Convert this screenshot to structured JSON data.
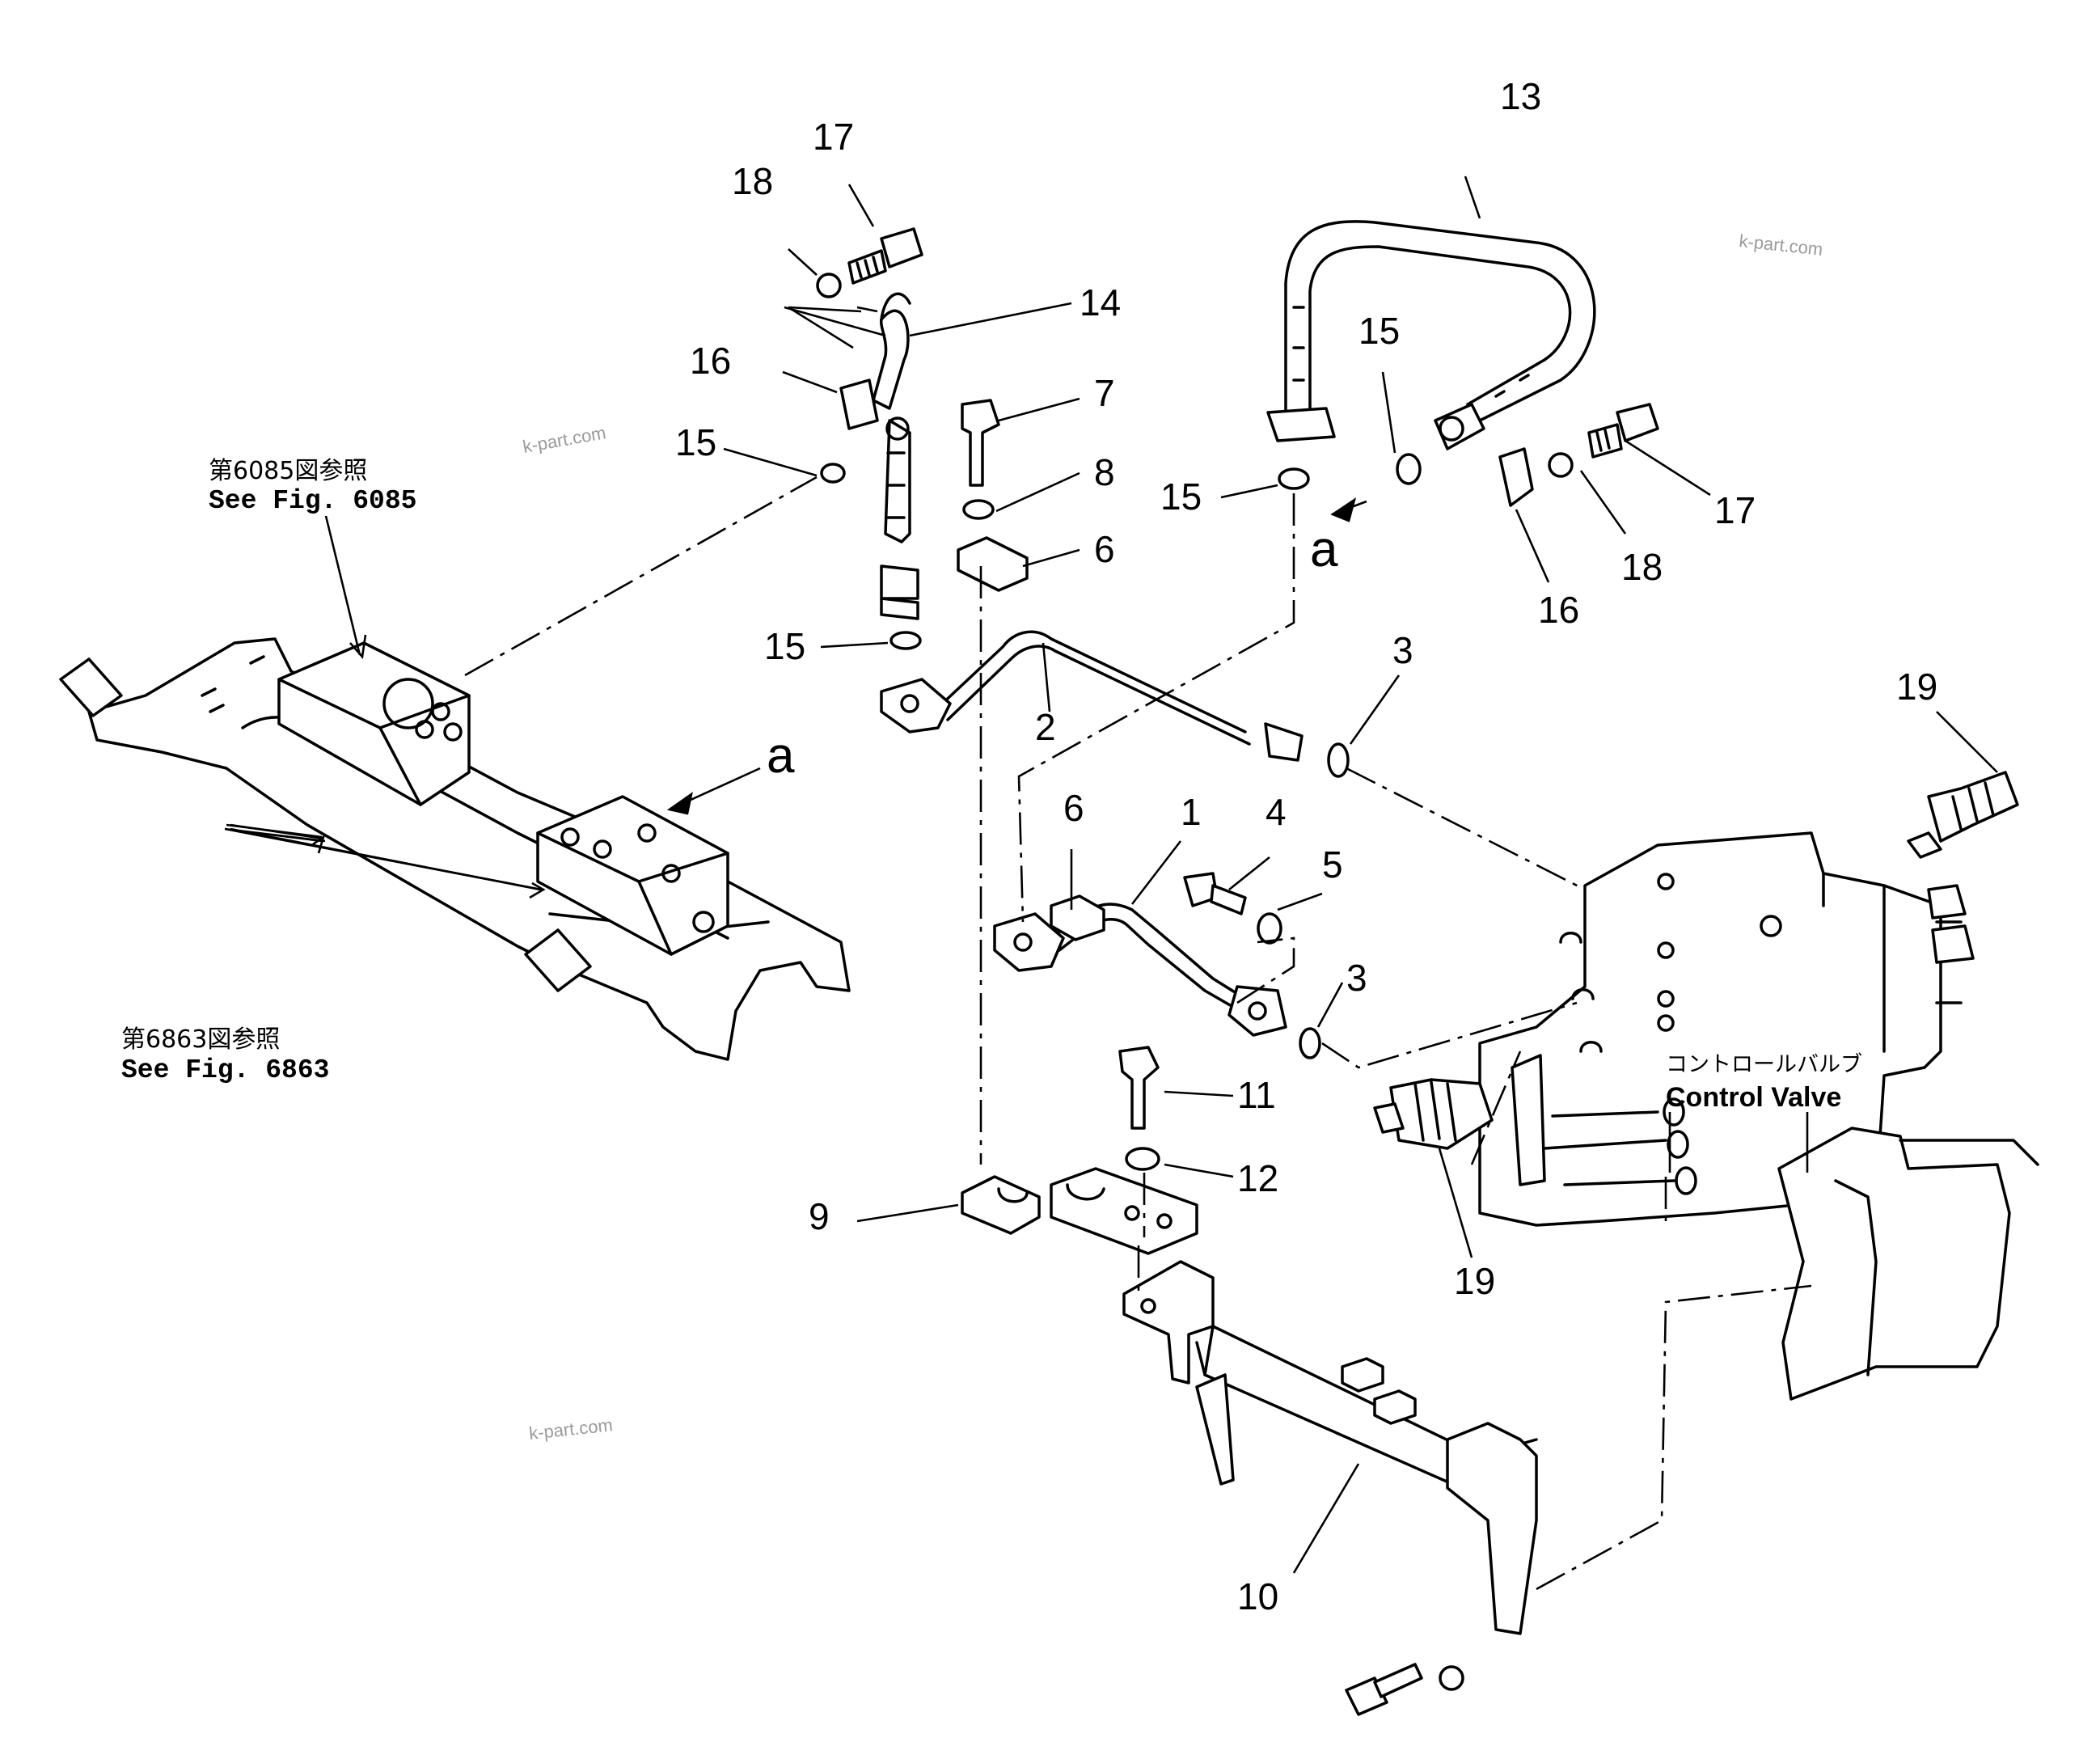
{
  "callouts": [
    {
      "id": "n17a",
      "text": "17"
    },
    {
      "id": "n18a",
      "text": "18"
    },
    {
      "id": "n14",
      "text": "14"
    },
    {
      "id": "n16a",
      "text": "16"
    },
    {
      "id": "n7",
      "text": "7"
    },
    {
      "id": "n15a",
      "text": "15"
    },
    {
      "id": "n8",
      "text": "8"
    },
    {
      "id": "n6a",
      "text": "6"
    },
    {
      "id": "n15b",
      "text": "15"
    },
    {
      "id": "n2",
      "text": "2"
    },
    {
      "id": "n13",
      "text": "13"
    },
    {
      "id": "n15c",
      "text": "15"
    },
    {
      "id": "n15d",
      "text": "15"
    },
    {
      "id": "n17b",
      "text": "17"
    },
    {
      "id": "n18b",
      "text": "18"
    },
    {
      "id": "n16b",
      "text": "16"
    },
    {
      "id": "n3a",
      "text": "3"
    },
    {
      "id": "n19a",
      "text": "19"
    },
    {
      "id": "n6b",
      "text": "6"
    },
    {
      "id": "n1",
      "text": "1"
    },
    {
      "id": "n4",
      "text": "4"
    },
    {
      "id": "n5",
      "text": "5"
    },
    {
      "id": "n3b",
      "text": "3"
    },
    {
      "id": "n11",
      "text": "11"
    },
    {
      "id": "n12",
      "text": "12"
    },
    {
      "id": "n9",
      "text": "9"
    },
    {
      "id": "n19b",
      "text": "19"
    },
    {
      "id": "n10",
      "text": "10"
    }
  ],
  "view_markers": {
    "upper": "a",
    "lower": "a"
  },
  "references": [
    {
      "ja": "第6085図参照",
      "en": "See Fig. 6085"
    },
    {
      "ja": "第6863図参照",
      "en": "See Fig. 6863"
    }
  ],
  "control_valve": {
    "ja": "コントロールバルブ",
    "en": "Control Valve"
  },
  "watermark": "k-part.com"
}
